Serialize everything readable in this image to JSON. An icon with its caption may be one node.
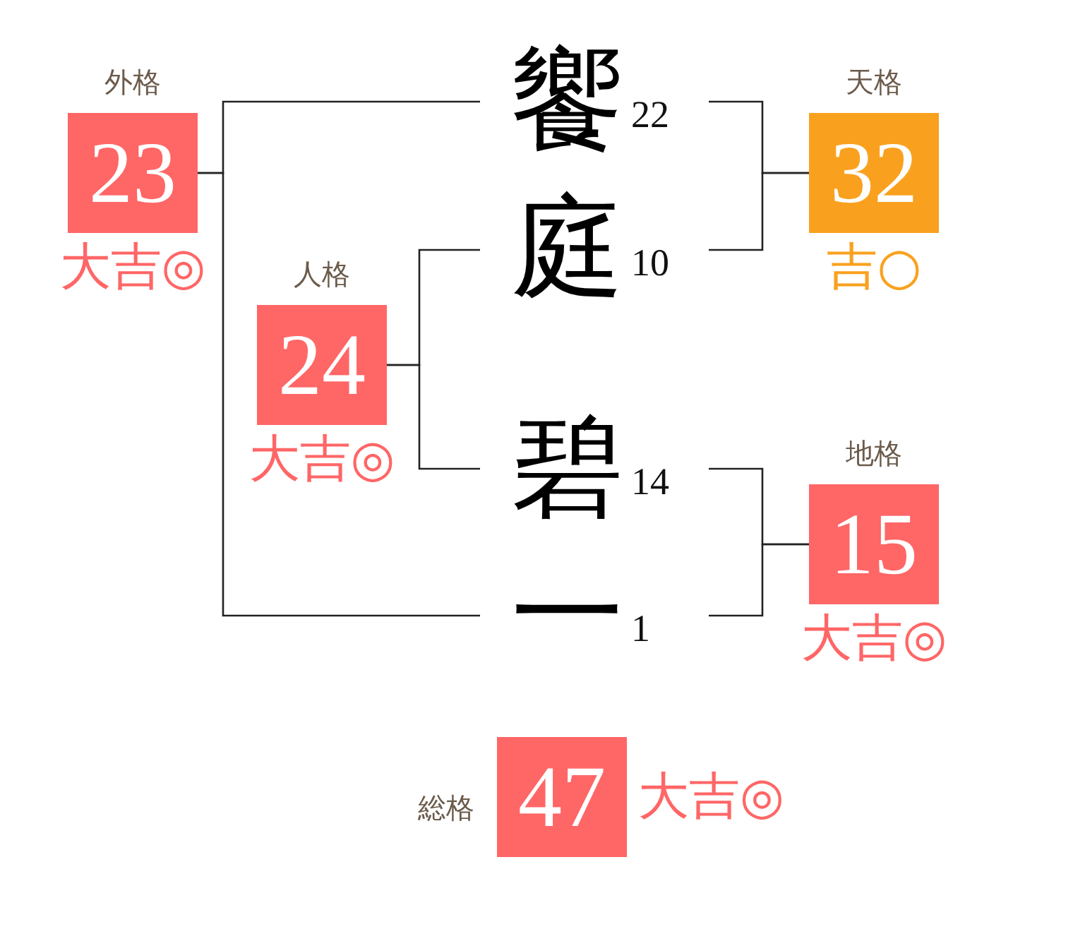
{
  "diagram": {
    "nodes": [
      {
        "text": [
          "外格",
          "23"
        ],
        "beside": [
          "大吉◎"
        ]
      },
      {
        "text": [
          "饗"
        ],
        "beside": [
          "22"
        ]
      },
      {
        "text": [
          "天格",
          "32"
        ],
        "beside": [
          "吉○"
        ]
      },
      {
        "text": [
          "人格",
          "24"
        ],
        "beside": [
          "大吉◎"
        ]
      },
      {
        "text": [
          "庭"
        ],
        "beside": [
          "10"
        ]
      },
      {
        "text": [
          "碧"
        ],
        "beside": [
          "14"
        ]
      },
      {
        "text": [
          "地格",
          "15"
        ],
        "beside": [
          "大吉◎"
        ]
      },
      {
        "text": [
          "一"
        ],
        "beside": [
          "1"
        ]
      },
      {
        "text": [
          "総格",
          "47"
        ],
        "beside": [
          "大吉◎"
        ]
      }
    ],
    "edges": [
      {
        "from": 1,
        "to": 0,
        "arrow": "none"
      },
      {
        "from": 7,
        "to": 0,
        "arrow": "none"
      },
      {
        "from": 1,
        "to": 2,
        "arrow": "none"
      },
      {
        "from": 4,
        "to": 2,
        "arrow": "none"
      },
      {
        "from": 4,
        "to": 3,
        "arrow": "none"
      },
      {
        "from": 5,
        "to": 3,
        "arrow": "none"
      },
      {
        "from": 5,
        "to": 6,
        "arrow": "none"
      },
      {
        "from": 7,
        "to": 6,
        "arrow": "none"
      }
    ]
  }
}
